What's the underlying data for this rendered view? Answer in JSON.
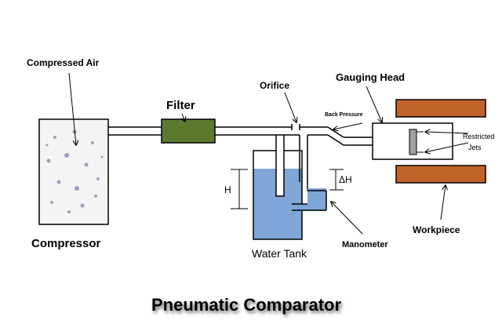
{
  "title": "Pneumatic Comparator",
  "labels": {
    "compressed_air": "Compressed Air",
    "filter": "Filter",
    "orifice": "Orifice",
    "gauging_head": "Gauging Head",
    "back_pressure": "Back Pressure",
    "restricted": "Restricted",
    "jets": "Jets",
    "h": "H",
    "delta_h": "ΔH",
    "compressor": "Compressor",
    "water_tank": "Water Tank",
    "manometer": "Manometer",
    "workpiece": "Workpiece"
  },
  "colors": {
    "filter": "#5b7a2e",
    "workpiece": "#c0622a",
    "water": "#7fa6d6",
    "jet_block": "#a0a0a0",
    "line": "#000000"
  }
}
